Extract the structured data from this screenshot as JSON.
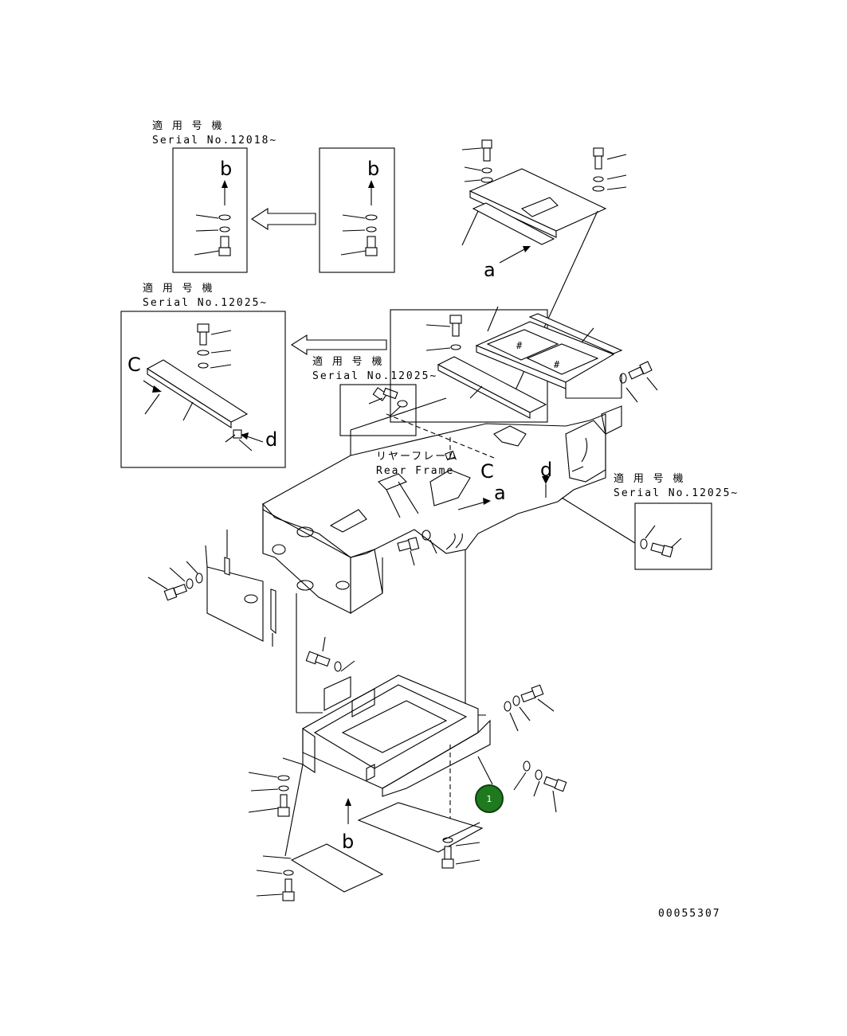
{
  "notes": {
    "top_left": {
      "jp": "適 用 号 機",
      "serial": "Serial No.12018~"
    },
    "mid_left": {
      "jp": "適 用 号 機",
      "serial": "Serial No.12025~"
    },
    "center": {
      "jp": "適 用 号 機",
      "serial": "Serial No.12025~"
    },
    "right": {
      "jp": "適 用 号 機",
      "serial": "Serial No.12025~"
    }
  },
  "frame_label": {
    "jp": "リヤーフレーム",
    "en": "Rear Frame"
  },
  "view_letters": {
    "b1": "b",
    "b2": "b",
    "a1": "a",
    "a2": "a",
    "c1": "C",
    "c2": "C",
    "d1": "d",
    "d2": "d",
    "b3": "b"
  },
  "callout": {
    "number": "1",
    "color": "#1f7a1f"
  },
  "drawing_number": "00055307",
  "icons": [
    "bolt-icon",
    "washer-icon",
    "arrow-icon"
  ]
}
